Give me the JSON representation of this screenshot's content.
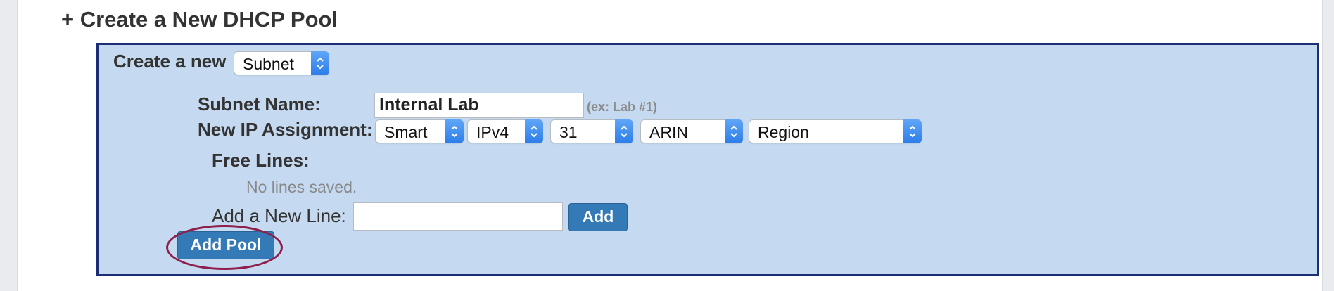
{
  "section": {
    "title": "+ Create a New DHCP Pool"
  },
  "form": {
    "create_label": "Create a new",
    "create_type": "Subnet",
    "subnet_name_label": "Subnet Name:",
    "subnet_name_value": "Internal Lab",
    "subnet_name_hint": "(ex: Lab #1)",
    "ip_assignment_label": "New IP Assignment:",
    "ip_assignment": {
      "mode": "Smart",
      "version": "IPv4",
      "mask": "31",
      "rir": "ARIN",
      "region": "Region"
    },
    "free_lines_label": "Free Lines:",
    "no_lines_text": "No lines saved.",
    "add_line_label": "Add a New Line:",
    "add_line_value": "",
    "add_button": "Add",
    "add_pool_button": "Add Pool"
  },
  "colors": {
    "panel_bg": "#c5daf0",
    "panel_border": "#1c2f74",
    "button_bg": "#337ab7",
    "highlight_ring": "#8e1e4c"
  },
  "icons": {
    "select_arrow": "chevron-up-down-icon"
  }
}
